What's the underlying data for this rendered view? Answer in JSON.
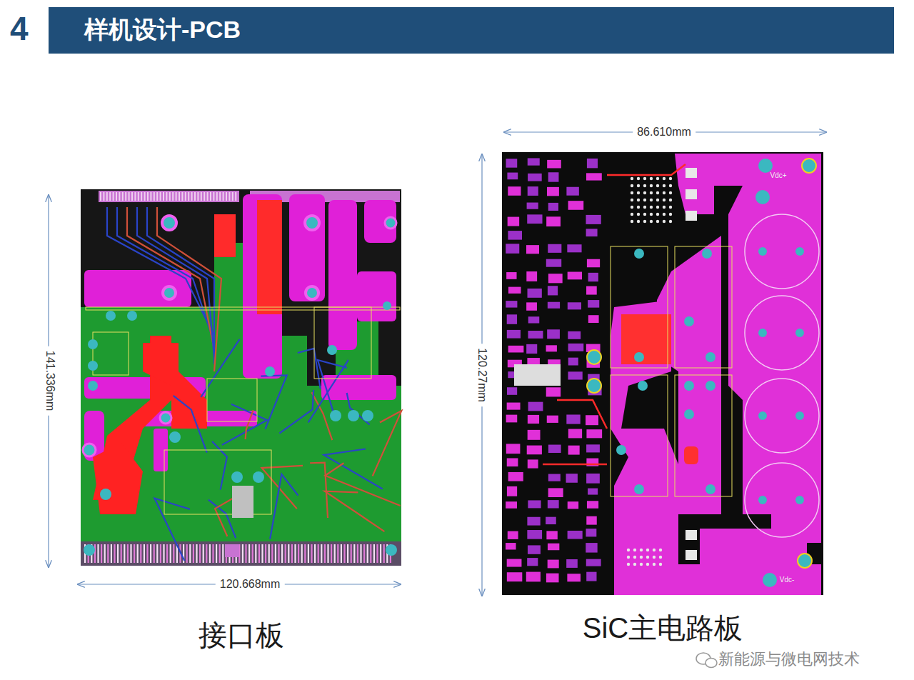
{
  "diagram": {
    "title": "样机设计-PCB",
    "nodes": [
      {
        "text": [
          "接口板"
        ]
      },
      {
        "text": [
          "SiC主电路板"
        ]
      }
    ],
    "labels": [
      "4",
      "141.336mm",
      "120.668mm",
      "86.610mm",
      "120.27mm",
      "Vdc+",
      "Vdc-",
      "新能源与微电网技术"
    ]
  }
}
